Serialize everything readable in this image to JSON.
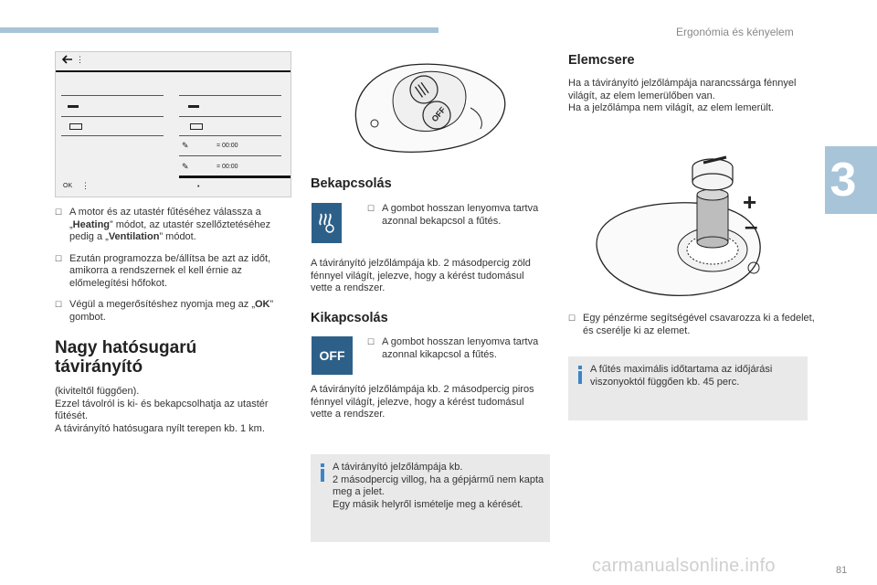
{
  "header": {
    "section_title": "Ergonómia és kényelem",
    "chapter": "3",
    "page": "81"
  },
  "watermark": "carmanualsonline.info",
  "screen": {
    "time1": "= 00:00",
    "time2": "= 00:00",
    "ok": "OK",
    "back_icon": "arrow-left-icon",
    "menu_icon": "kebab-menu-icon"
  },
  "left": {
    "b1_pre": "A motor és az utastér fűtéséhez válassza a „",
    "b1_heating": "Heating",
    "b1_mid": "” módot, az utastér szellőztetéséhez pedig a „",
    "b1_vent": "Ventilation",
    "b1_post": "” módot.",
    "b2": "Ezután programozza be/állítsa be azt az időt, amikorra a rendszernek el kell érnie az előmelegítési hőfokot.",
    "b3_pre": "Végül a megerősítéshez nyomja meg az „",
    "b3_ok": "OK",
    "b3_post": "” gombot.",
    "heading_line1": "Nagy hatósugarú",
    "heading_line2": "távirányító",
    "para1": "(kiviteltől függően).",
    "para2": "Ezzel távolról is ki- és bekapcsolhatja az utastér fűtését.",
    "para3": "A távirányító hatósugara nyílt terepen kb. 1 km."
  },
  "middle": {
    "remote_off_label": "OFF",
    "bekapcs_title": "Bekapcsolás",
    "bekapcs_bullet": "A gombot hosszan lenyomva tartva azonnal bekapcsol a fűtés.",
    "bekapcs_para": "A távirányító jelzőlámpája kb. 2 másodpercig zöld fénnyel világít, jelezve, hogy a kérést tudomásul vette a rendszer.",
    "kikapcs_title": "Kikapcsolás",
    "kikapcs_icon_label": "OFF",
    "kikapcs_bullet": "A gombot hosszan lenyomva tartva azonnal kikapcsol a fűtés.",
    "kikapcs_para": "A távirányító jelzőlámpája kb. 2 másodpercig piros fénnyel világít, jelezve, hogy a kérést tudomásul vette a rendszer.",
    "note_l1": "A távirányító jelzőlámpája kb.",
    "note_l2": "2 másodpercig villog, ha a gépjármű nem kapta meg a jelet.",
    "note_l3": "Egy másik helyről ismételje meg a kérését."
  },
  "right": {
    "title": "Elemcsere",
    "para1": "Ha a távirányító jelzőlámpája narancssárga fénnyel világít, az elem lemerülőben van.",
    "para2": "Ha a jelzőlámpa nem világít, az elem lemerült.",
    "plus": "+",
    "minus": "–",
    "bullet": "Egy pénzérme segítségével csavarozza ki a fedelet, és cserélje ki az elemet.",
    "note": "A fűtés maximális időtartama az időjárási viszonyoktól függően kb. 45 perc."
  },
  "colors": {
    "accent": "#a7c4d8",
    "icon_blue": "#2d6088",
    "note_bg": "#e9e9e9",
    "info_blue": "#3a86c6"
  }
}
